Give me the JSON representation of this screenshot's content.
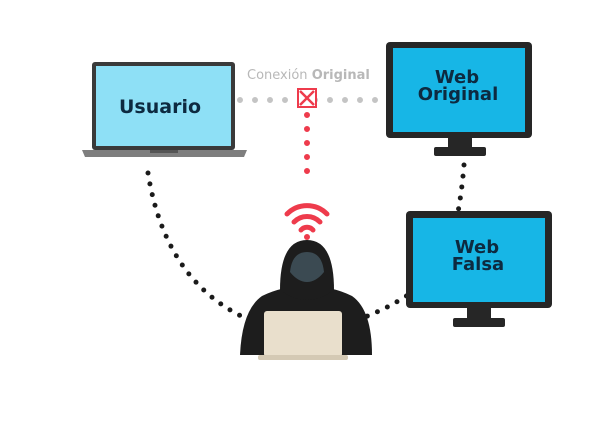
{
  "nodes": {
    "user_laptop": {
      "label": "Usuario"
    },
    "original_web": {
      "label_line1": "Web",
      "label_line2": "Original"
    },
    "fake_web": {
      "label_line1": "Web",
      "label_line2": "Falsa"
    }
  },
  "connection": {
    "prefix": "Conexión",
    "emphasis": "Original",
    "status": "broken"
  },
  "icons": {
    "broken_link": "x-mark-icon",
    "signal": "wifi-icon",
    "attacker": "hooded-hacker-icon"
  },
  "colors": {
    "screen_fill": "#8ee0f6",
    "monitor_fill": "#17b6e6",
    "device_frame": "#262626",
    "attack_line": "#ee3b4c",
    "original_line": "#c4c4c4",
    "dotted_link": "#1a1a1a",
    "hacker_laptop": "#e9dfcc"
  }
}
